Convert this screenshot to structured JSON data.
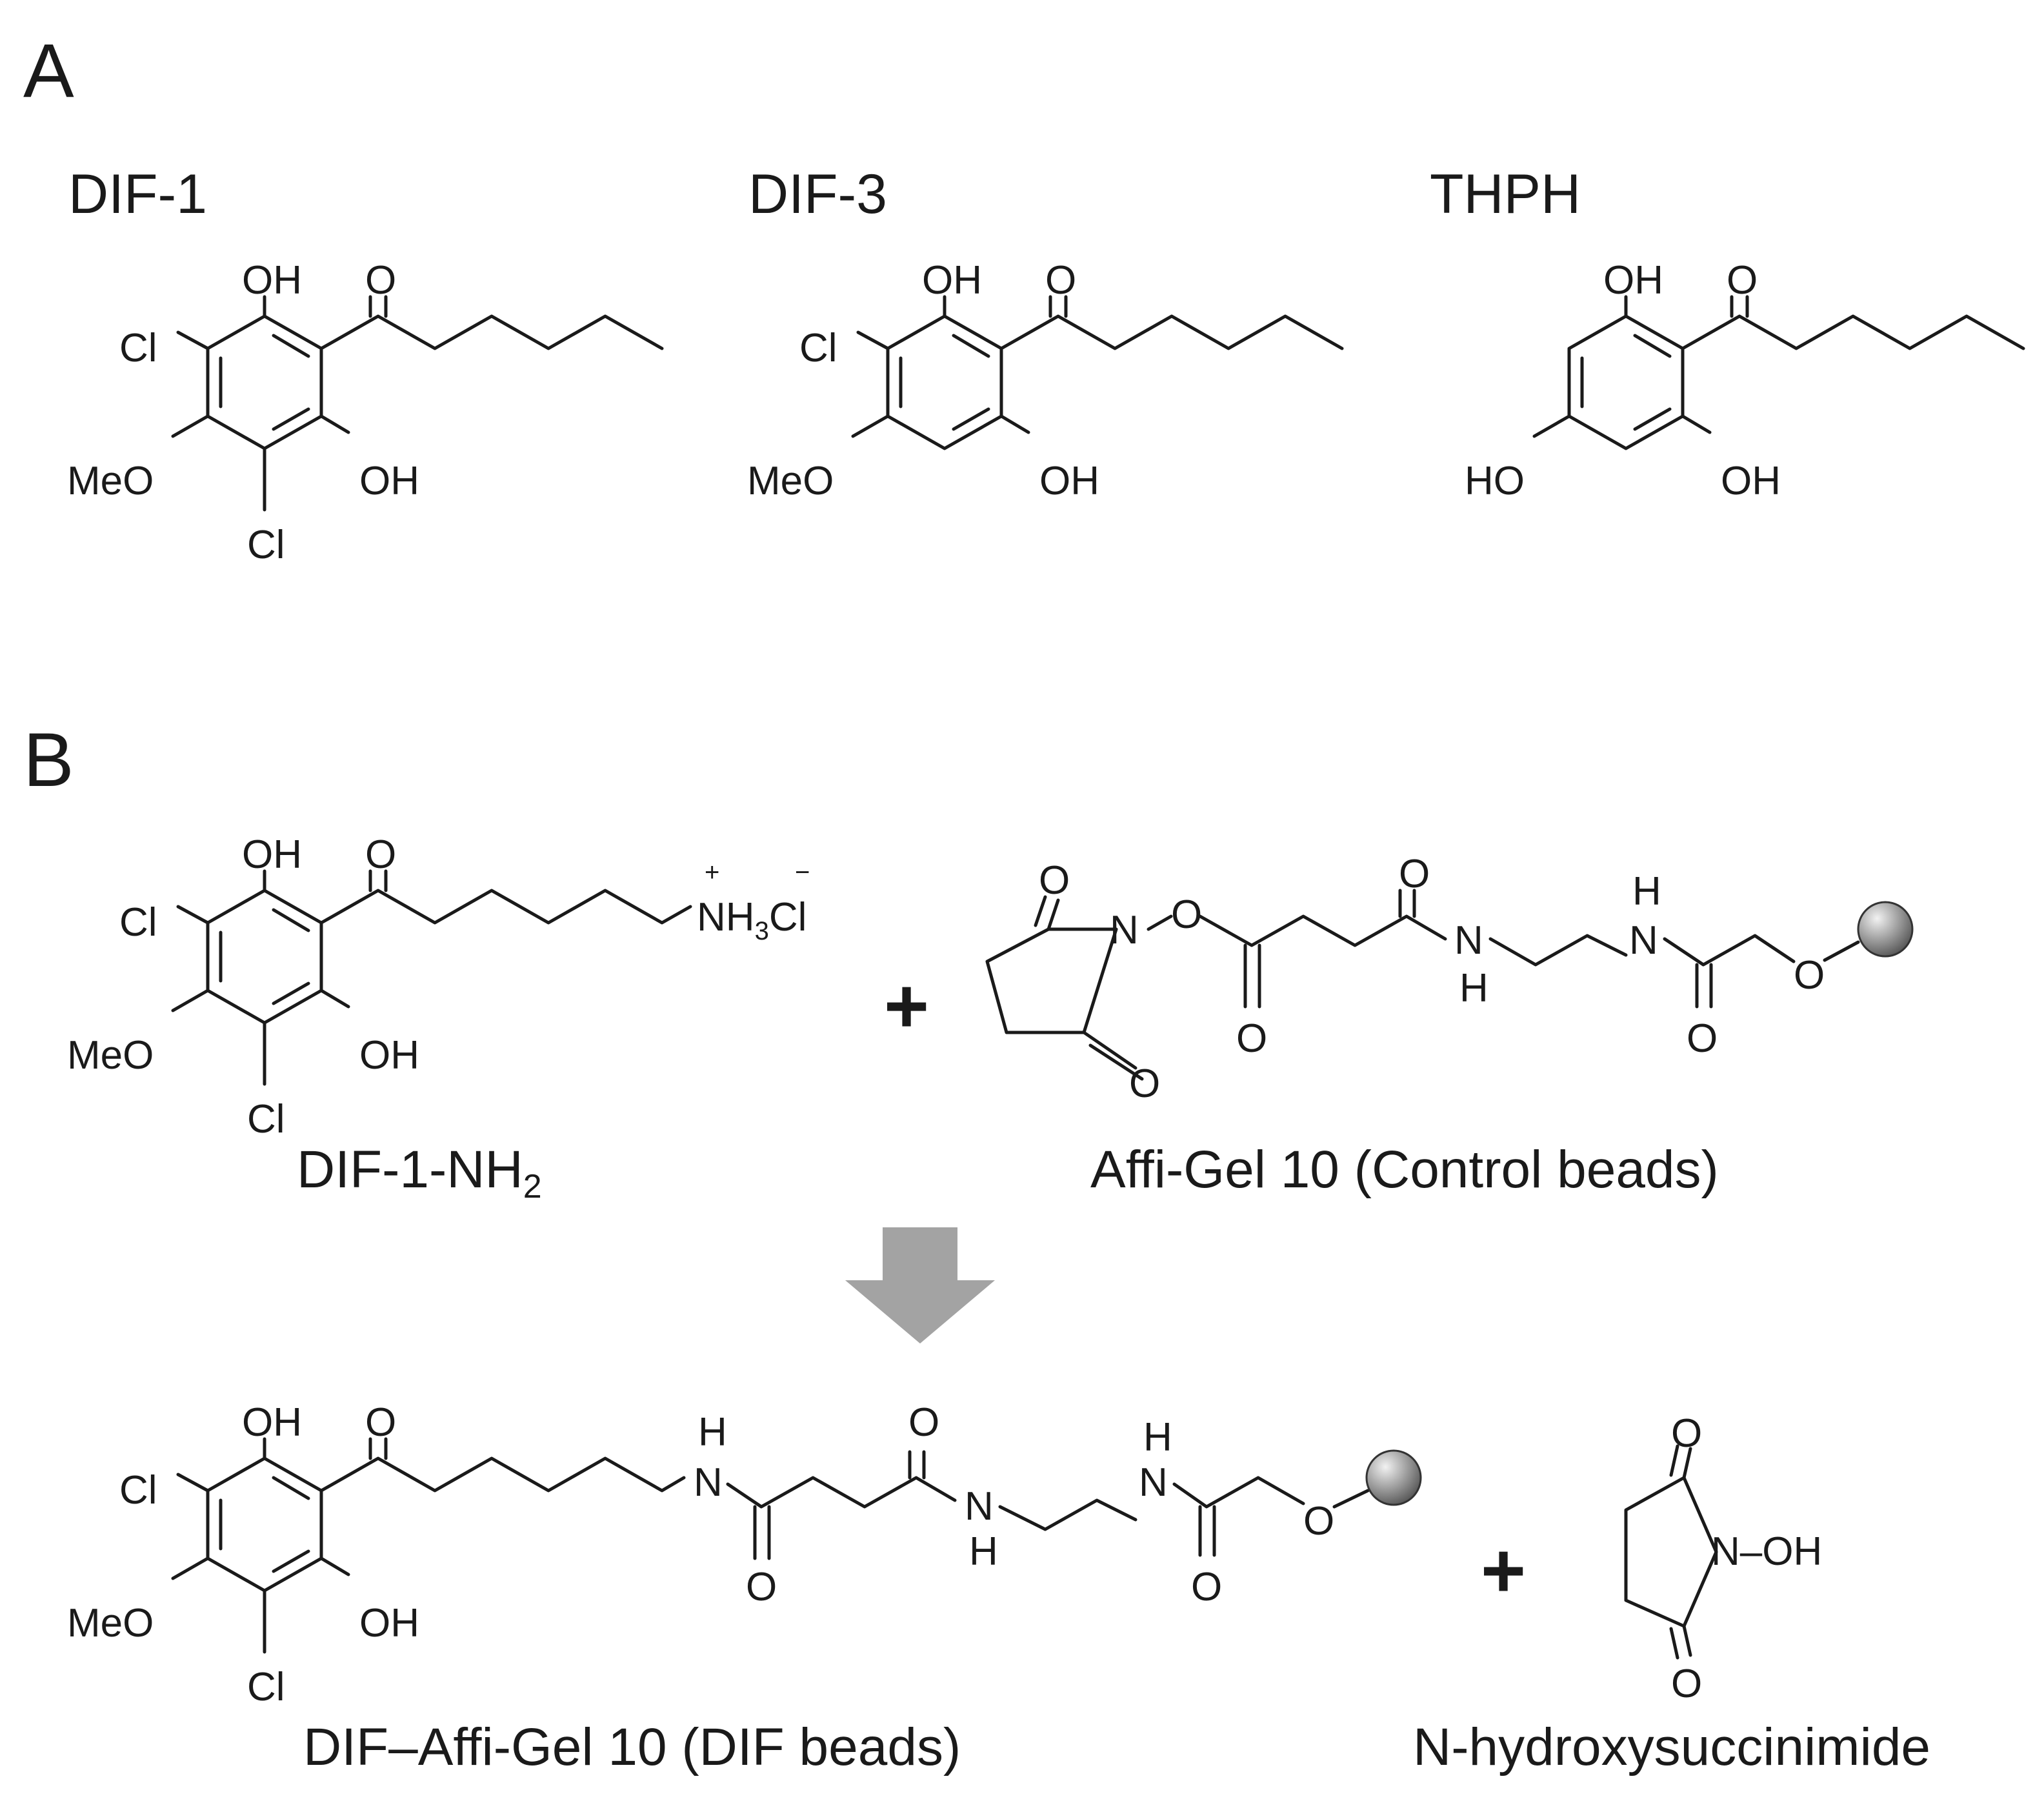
{
  "panels": {
    "a": "A",
    "b": "B"
  },
  "compounds": {
    "dif1": "DIF-1",
    "dif3": "DIF-3",
    "thph": "THPH"
  },
  "labels": {
    "dif1_nh2": "DIF-1-NH",
    "dif1_nh2_sub": "2",
    "affigel": "Affi-Gel 10 (Control beads)",
    "dif_beads": "DIF–Affi-Gel 10 (DIF beads)",
    "nhs": "N-hydroxysuccinimide"
  },
  "symbols": {
    "plus": "+",
    "charge_plus": "+",
    "charge_minus": "−"
  },
  "atoms": {
    "oh": "OH",
    "ho": "HO",
    "o": "O",
    "cl": "Cl",
    "meo": "MeO",
    "n": "N",
    "h": "H",
    "nh3": "NH",
    "nh3_sub": "3",
    "cl_ion": "Cl",
    "n_oh": "N–OH"
  },
  "colors": {
    "ink": "#1a1a1a",
    "arrow": "#a3a3a3",
    "bead_light": "#f2f2f2",
    "bead_dark": "#555555"
  }
}
